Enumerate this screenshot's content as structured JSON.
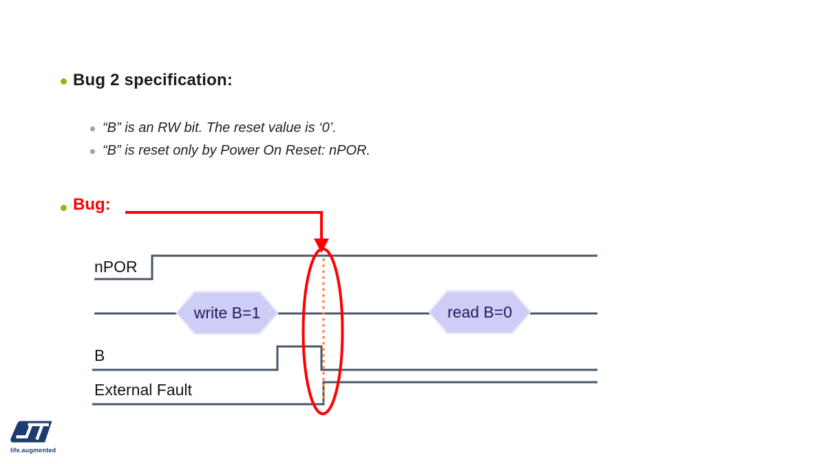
{
  "slide": {
    "spec_heading": "Bug 2 specification:",
    "spec_bullets": [
      "“B” is an RW bit. The reset value is ‘0’.",
      "“B” is reset only by Power On Reset: nPOR."
    ],
    "bug_heading": "Bug:"
  },
  "diagram": {
    "signals": [
      {
        "label": "nPOR"
      },
      {
        "label": "B"
      },
      {
        "label": "External Fault"
      }
    ],
    "bus_events": [
      {
        "label": "write B=1"
      },
      {
        "label": "read B=0"
      }
    ]
  },
  "footer": {
    "tagline": "life.augmented"
  },
  "colors": {
    "bullet_green": "#8DB80E",
    "sub_bullet_gray": "#9AA0A6",
    "bug_red": "#FE0000",
    "signal_line": "#475569",
    "hexagon_fill": "#CDCDF5",
    "hexagon_border": "#E6E6FC",
    "hexagon_text": "#1C1C5E",
    "marker_orange": "#FF8247",
    "logo_navy": "#1B3C6C"
  }
}
